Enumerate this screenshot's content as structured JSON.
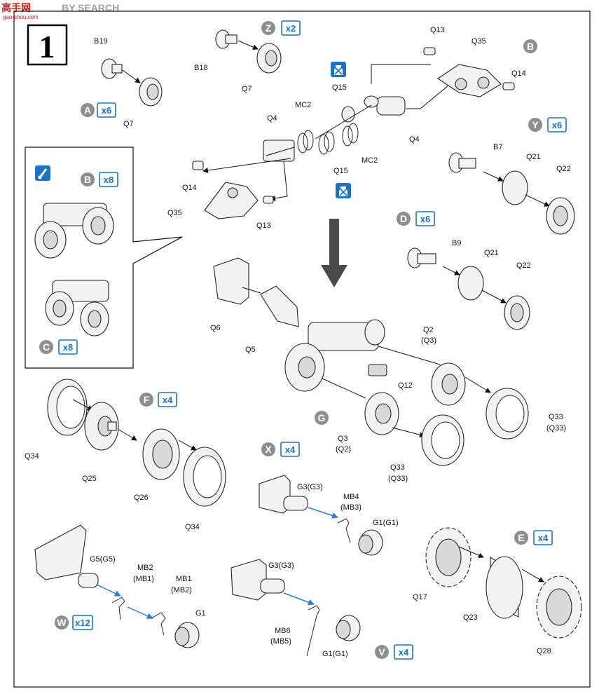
{
  "watermark": {
    "brand": "高手网",
    "tag": "BY SEARCH",
    "url": "gao-shou.com"
  },
  "step_number": "1",
  "colors": {
    "accent_blue": "#1b73c4",
    "badge_gray": "#8e8e8e",
    "arrow_blue": "#2a7fd4"
  },
  "icons": [
    "paint-icon",
    "no-glue-icon"
  ],
  "sub_assemblies": [
    {
      "letter": "A",
      "qty": "x6"
    },
    {
      "letter": "Z",
      "qty": "x2"
    },
    {
      "letter": "B",
      "qty": ""
    },
    {
      "letter": "Y",
      "qty": "x6"
    },
    {
      "letter": "D",
      "qty": "x6"
    },
    {
      "letter": "B",
      "qty": "x8"
    },
    {
      "letter": "C",
      "qty": "x8"
    },
    {
      "letter": "F",
      "qty": "x4"
    },
    {
      "letter": "G",
      "qty": ""
    },
    {
      "letter": "X",
      "qty": "x4"
    },
    {
      "letter": "E",
      "qty": "x4"
    },
    {
      "letter": "W",
      "qty": "x12"
    },
    {
      "letter": "V",
      "qty": "x4"
    }
  ],
  "labels": [
    "B19",
    "Q7",
    "B18",
    "Q7",
    "Q13",
    "Q35",
    "Q14",
    "Q15",
    "MC2",
    "Q4",
    "Q4",
    "MC2",
    "Q15",
    "Q14",
    "Q35",
    "Q13",
    "B7",
    "Q21",
    "Q22",
    "B9",
    "Q21",
    "Q22",
    "Q6",
    "Q5",
    "Q2",
    "(Q3)",
    "Q12",
    "Q3",
    "(Q2)",
    "Q33",
    "(Q33)",
    "Q33",
    "(Q33)",
    "Q34",
    "Q25",
    "Q26",
    "Q34",
    "G3(G3)",
    "MB4",
    "(MB3)",
    "G1(G1)",
    "G5(G5)",
    "MB2",
    "(MB1)",
    "MB1",
    "(MB2)",
    "G1",
    "G3(G3)",
    "MB6",
    "(MB5)",
    "G1(G1)",
    "Q17",
    "Q23",
    "Q28"
  ]
}
